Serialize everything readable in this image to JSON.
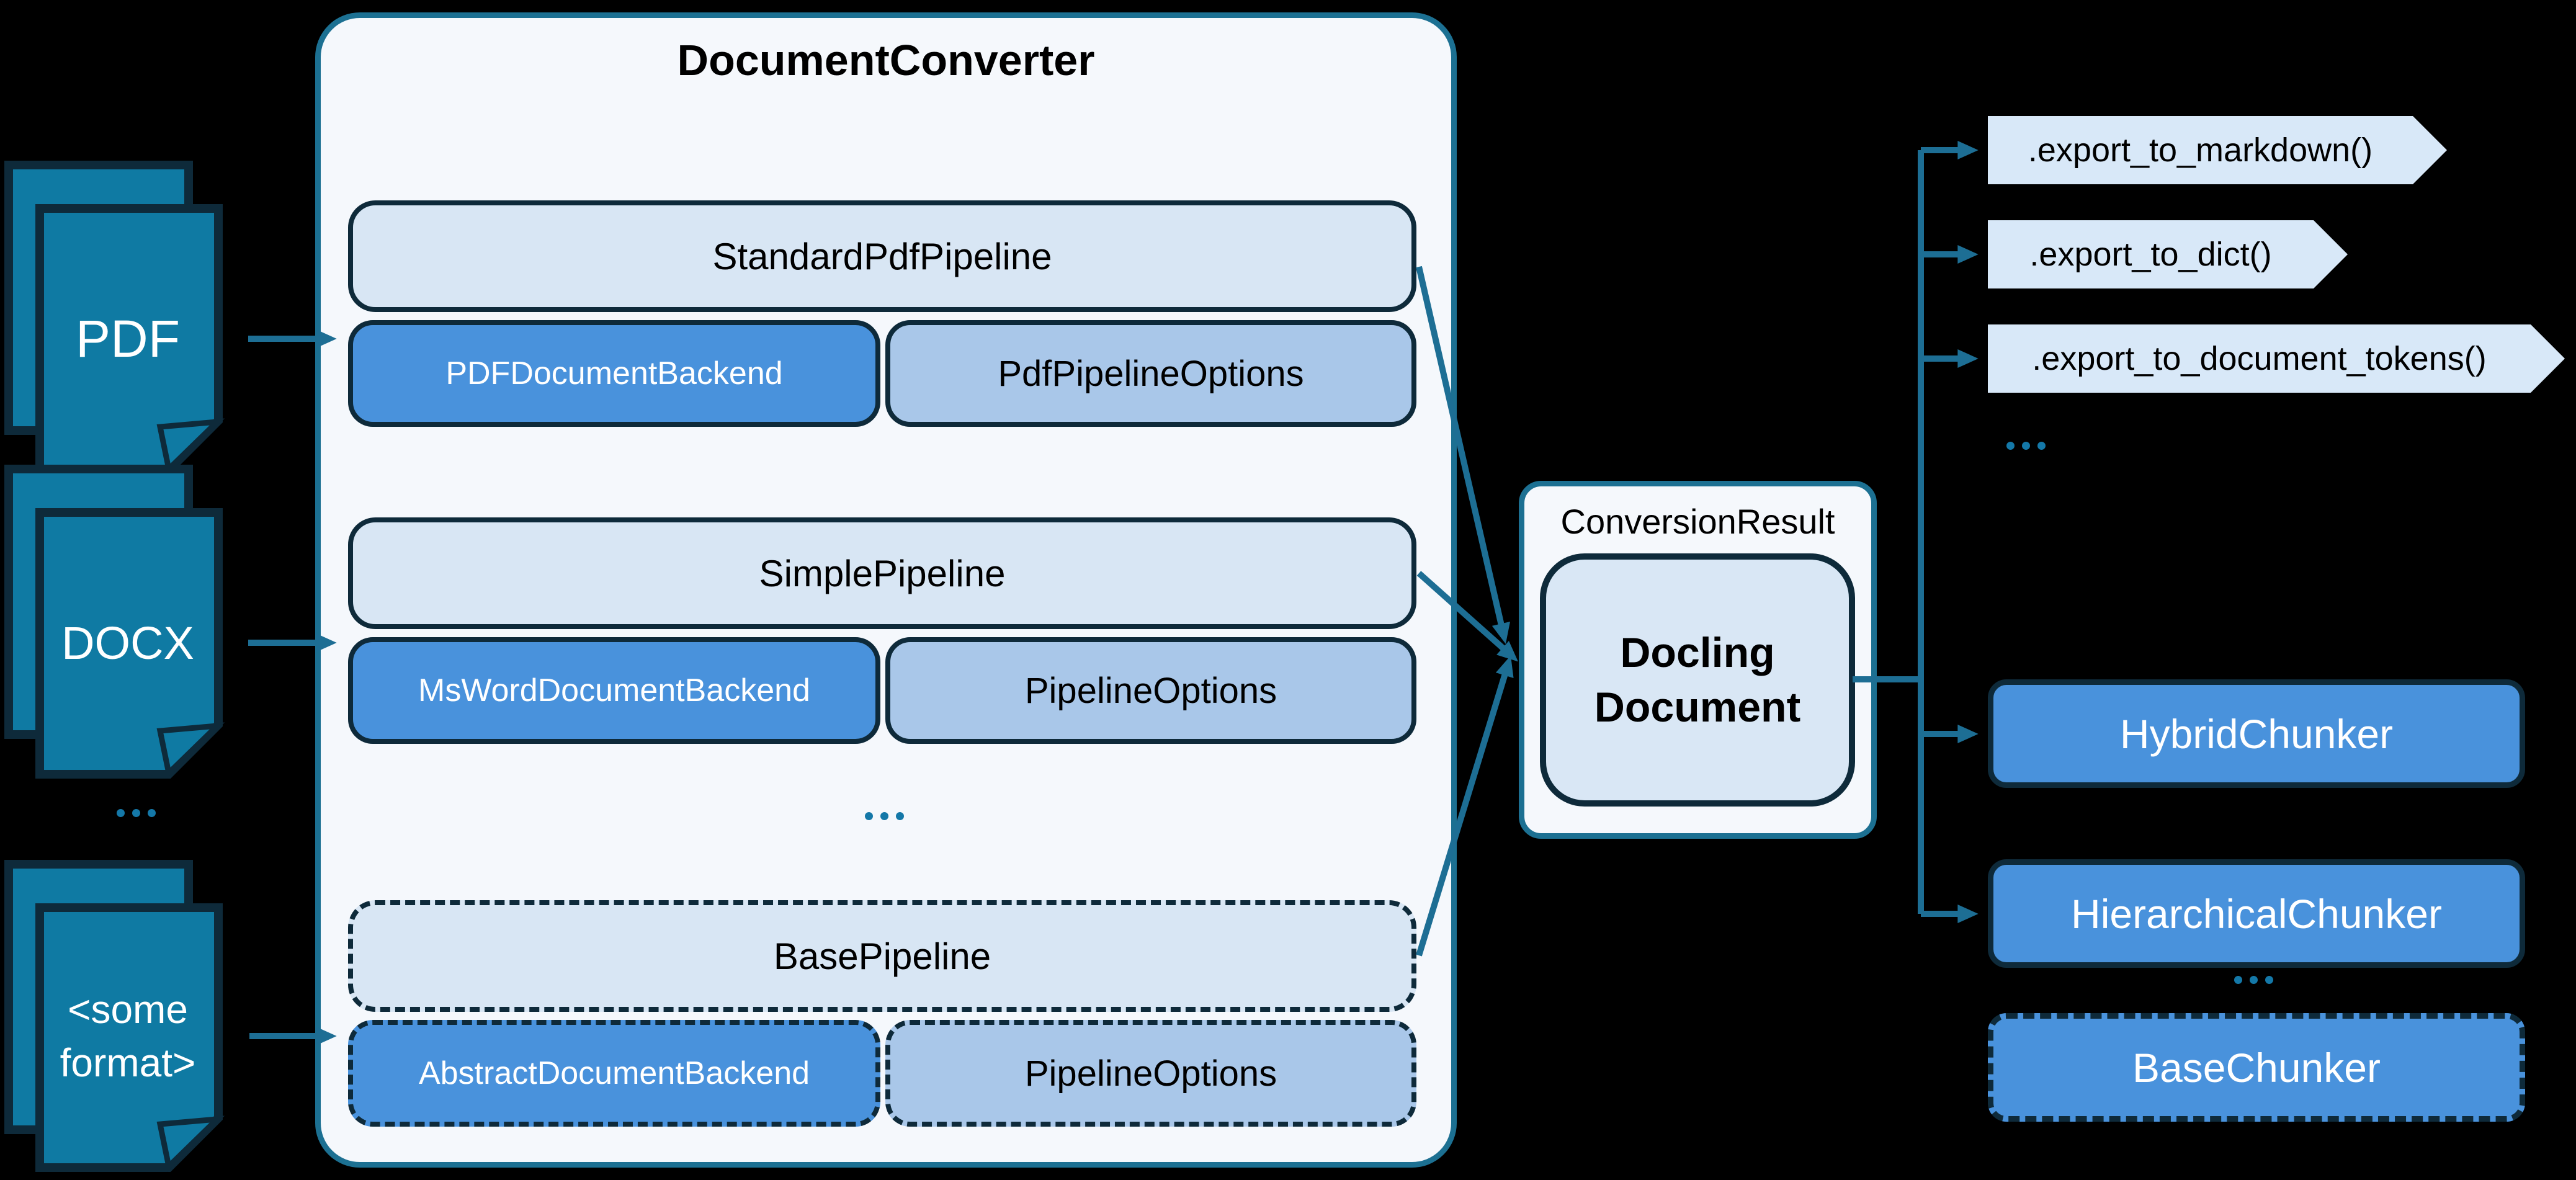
{
  "converter": {
    "title": "DocumentConverter",
    "pipelines": [
      {
        "name": "StandardPdfPipeline",
        "backend": "PDFDocumentBackend",
        "options": "PdfPipelineOptions",
        "style": "solid"
      },
      {
        "name": "SimplePipeline",
        "backend": "MsWordDocumentBackend",
        "options": "PipelineOptions",
        "style": "solid"
      },
      {
        "name": "BasePipeline",
        "backend": "AbstractDocumentBackend",
        "options": "PipelineOptions",
        "style": "dashed"
      }
    ],
    "ellipsis": "..."
  },
  "inputs": {
    "items": [
      {
        "label": "PDF"
      },
      {
        "label": "DOCX"
      },
      {
        "label": "<some format>",
        "line1": "<some",
        "line2": "format>"
      }
    ],
    "ellipsis": "..."
  },
  "result": {
    "label": "ConversionResult",
    "document_line1": "Docling",
    "document_line2": "Document"
  },
  "exports": {
    "items": [
      {
        "label": ".export_to_markdown()"
      },
      {
        "label": ".export_to_dict()"
      },
      {
        "label": ".export_to_document_tokens()"
      }
    ],
    "ellipsis": "..."
  },
  "chunkers": {
    "items": [
      {
        "label": "HybridChunker",
        "style": "solid"
      },
      {
        "label": "HierarchicalChunker",
        "style": "solid"
      },
      {
        "label": "BaseChunker",
        "style": "dashed"
      }
    ],
    "ellipsis": "..."
  },
  "colors": {
    "background": "#000000",
    "document_teal": "#0F7AA3",
    "arrow_teal": "#1D6E94",
    "panel_border_teal": "#1C7092",
    "dark_border": "#0E2A3A",
    "panel_bg": "#F5F8FC",
    "pipeline_header_fill": "#D8E6F4",
    "backend_fill": "#4992DC",
    "options_fill": "#A9C7E9",
    "docling_fill": "#D9E7F5",
    "export_tag_fill": "#D8E8F8",
    "chunker_fill": "#4992DC",
    "dots": "#1478A8"
  }
}
